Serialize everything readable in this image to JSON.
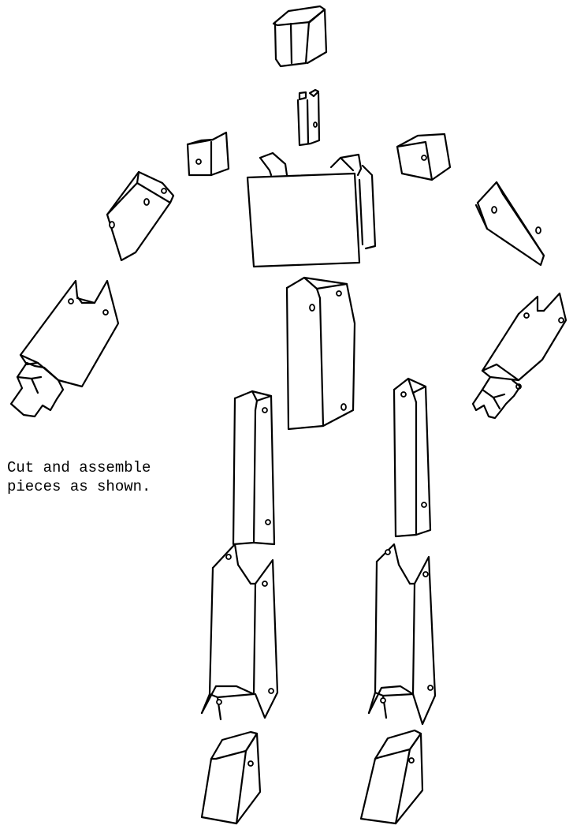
{
  "caption": {
    "line1": "Cut and assemble",
    "line2": "pieces as shown."
  },
  "colors": {
    "ink": "#000000",
    "paper": "#ffffff"
  },
  "pieces": [
    "head-piece",
    "neck-piece",
    "left-shoulder-piece",
    "right-shoulder-piece",
    "chest-piece",
    "left-upper-arm-piece",
    "right-upper-arm-piece",
    "left-forearm-piece",
    "right-forearm-piece",
    "left-hand",
    "right-hand",
    "waist-piece",
    "left-thigh-piece",
    "right-thigh-piece",
    "left-shin-piece",
    "right-shin-piece",
    "left-foot-piece",
    "right-foot-piece"
  ]
}
